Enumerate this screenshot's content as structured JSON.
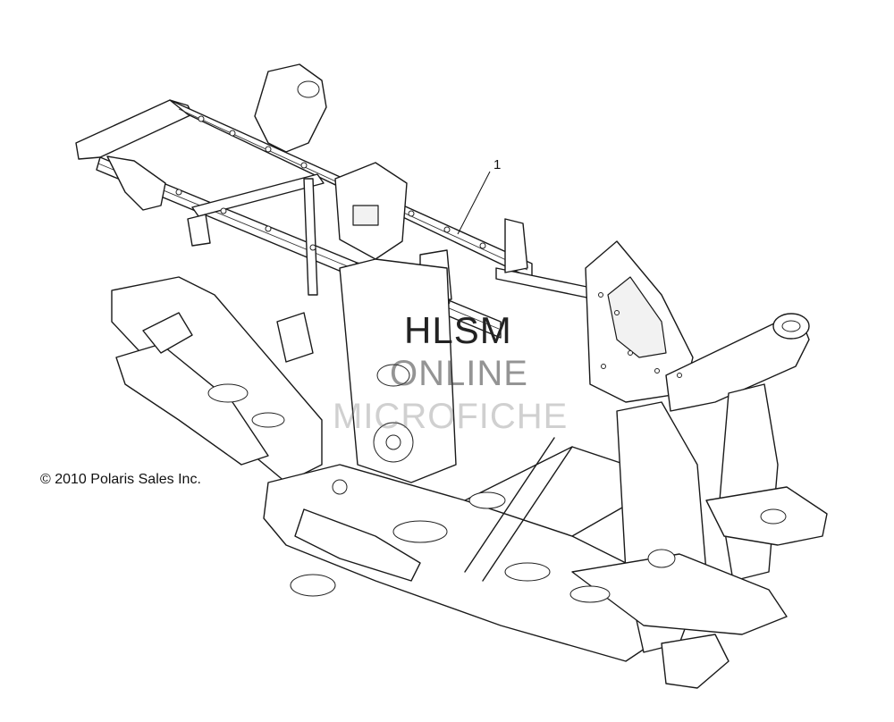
{
  "diagram": {
    "callout": "1",
    "copyright": "© 2010 Polaris Sales Inc.",
    "watermark": [
      "HLSM",
      "ONLINE",
      "MICROFICHE"
    ]
  }
}
